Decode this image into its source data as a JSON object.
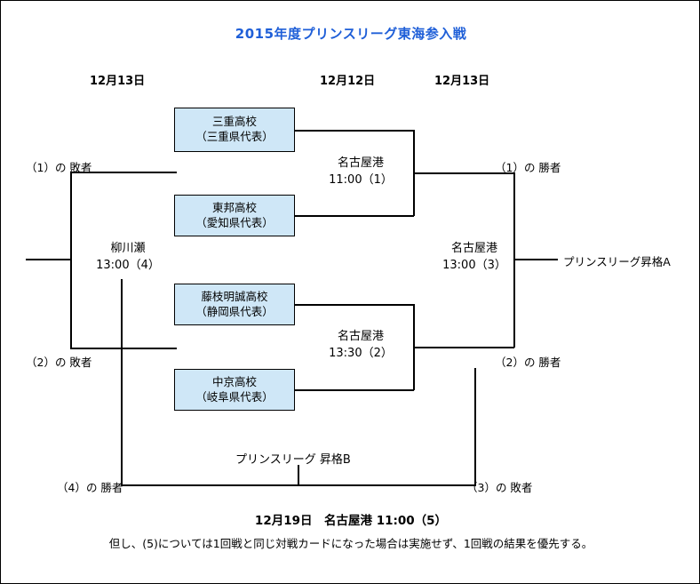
{
  "title": "2015年度プリンスリーグ東海参入戦",
  "date_headers": [
    {
      "label": "12月13日"
    },
    {
      "label": "12月12日"
    },
    {
      "label": "12月13日"
    }
  ],
  "teams": [
    {
      "name": "三重高校",
      "pref": "（三重県代表）"
    },
    {
      "name": "東邦高校",
      "pref": "（愛知県代表）"
    },
    {
      "name": "藤枝明誠高校",
      "pref": "（静岡県代表）"
    },
    {
      "name": "中京高校",
      "pref": "（岐阜県代表）"
    }
  ],
  "matches": [
    {
      "venue": "名古屋港",
      "time": "11:00（1）"
    },
    {
      "venue": "名古屋港",
      "time": "13:30（2）"
    },
    {
      "venue": "名古屋港",
      "time": "13:00（3）"
    },
    {
      "venue": "柳川瀬",
      "time": "13:00（4）"
    }
  ],
  "notes": {
    "loser1": "（1）の 敗者",
    "loser2": "（2）の 敗者",
    "winner1": "（1）の 勝者",
    "winner2": "（2）の 勝者",
    "winner4": "（4）の 勝者",
    "loser3": "（3）の 敗者",
    "promotion_a": "プリンスリーグ昇格A",
    "promotion_b": "プリンスリーグ 昇格B"
  },
  "footer": {
    "line1": "12月19日　名古屋港 11:00（5）",
    "line2": "但し、(5)については1回戦と同じ対戦カードになった場合は実施せず、1回戦の結果を優先する。"
  },
  "colors": {
    "title": "#1f5fd8",
    "team_fill": "#cfe7f7",
    "line": "#000000"
  }
}
